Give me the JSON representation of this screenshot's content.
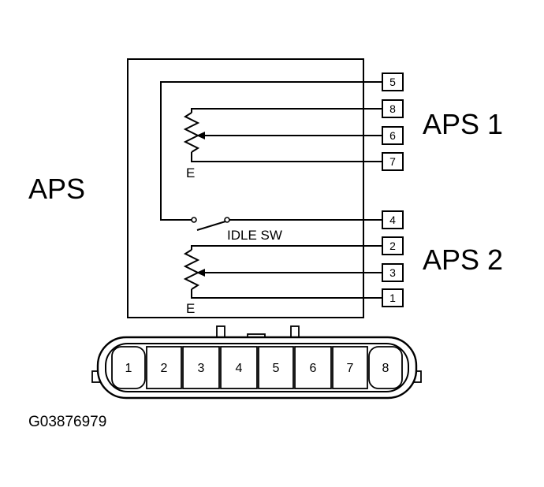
{
  "labels": {
    "aps": "APS",
    "aps1": "APS 1",
    "aps2": "APS 2",
    "idle_sw": "IDLE SW",
    "ground_1": "E",
    "ground_2": "E",
    "figure_code": "G03876979"
  },
  "terminals": [
    "5",
    "8",
    "6",
    "7",
    "4",
    "2",
    "3",
    "1"
  ],
  "connector_pins": [
    "1",
    "2",
    "3",
    "4",
    "5",
    "6",
    "7",
    "8"
  ]
}
